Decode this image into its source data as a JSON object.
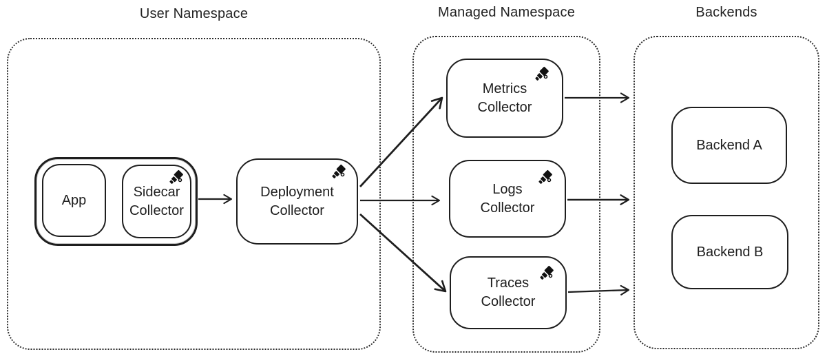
{
  "diagram": {
    "containers": {
      "user_namespace": {
        "title": "User Namespace"
      },
      "managed_namespace": {
        "title": "Managed Namespace"
      },
      "backends": {
        "title": "Backends"
      }
    },
    "nodes": {
      "app": {
        "label": "App"
      },
      "sidecar_collector": {
        "label": "Sidecar\nCollector",
        "icon": "telescope-icon"
      },
      "deployment_collector": {
        "label": "Deployment\nCollector",
        "icon": "telescope-icon"
      },
      "metrics_collector": {
        "label": "Metrics\nCollector",
        "icon": "telescope-icon"
      },
      "logs_collector": {
        "label": "Logs\nCollector",
        "icon": "telescope-icon"
      },
      "traces_collector": {
        "label": "Traces\nCollector",
        "icon": "telescope-icon"
      },
      "backend_a": {
        "label": "Backend A"
      },
      "backend_b": {
        "label": "Backend B"
      }
    },
    "edges": [
      {
        "from": "app",
        "to": "sidecar_collector"
      },
      {
        "from": "sidecar_collector",
        "to": "deployment_collector"
      },
      {
        "from": "deployment_collector",
        "to": "metrics_collector"
      },
      {
        "from": "deployment_collector",
        "to": "logs_collector"
      },
      {
        "from": "deployment_collector",
        "to": "traces_collector"
      },
      {
        "from": "metrics_collector",
        "to": "backends"
      },
      {
        "from": "logs_collector",
        "to": "backends"
      },
      {
        "from": "traces_collector",
        "to": "backends"
      }
    ],
    "colors": {
      "stroke": "#1e1e1e",
      "background": "#ffffff"
    }
  }
}
